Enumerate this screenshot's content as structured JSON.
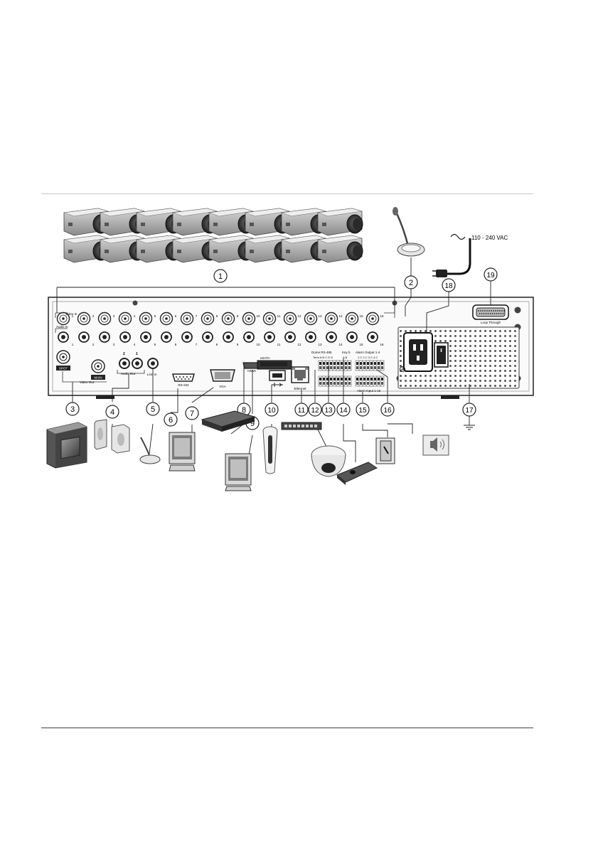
{
  "diagram": {
    "callouts": [
      "1",
      "2",
      "3",
      "4",
      "5",
      "6",
      "7",
      "8",
      "9",
      "10",
      "11",
      "12",
      "13",
      "14",
      "15",
      "16",
      "17",
      "18",
      "19"
    ],
    "power_label": "110 - 240 VAC",
    "panel_labels": {
      "video_in": "Video In",
      "audio_in": "Audio In",
      "spot": "SPOT",
      "main": "MAIN",
      "video_out": "Video Out",
      "audio_out": "Audio Out",
      "line_in": "Line In",
      "rs232": "RS-232",
      "vga": "VGA",
      "hdmi": "HDMI",
      "esata": "eSATA",
      "ethernet": "Ethernet",
      "loop_through": "Loop Through",
      "rs485": "Dome RS-485",
      "rs485_sub": "Term A B C D G",
      "keyb": "Key b",
      "keyb_sub": "A B",
      "alarm_output": "Alarm Output 1-4",
      "alarm_output_sub": "1 C 2 C 3 C 4 C",
      "alarm_input": "Alarm Input 1-16",
      "audio_out_1": "1",
      "audio_out_2": "2"
    },
    "channel_numbers": [
      "1",
      "2",
      "3",
      "4",
      "5",
      "6",
      "7",
      "8",
      "9",
      "10",
      "11",
      "12",
      "13",
      "14",
      "15",
      "16"
    ]
  }
}
